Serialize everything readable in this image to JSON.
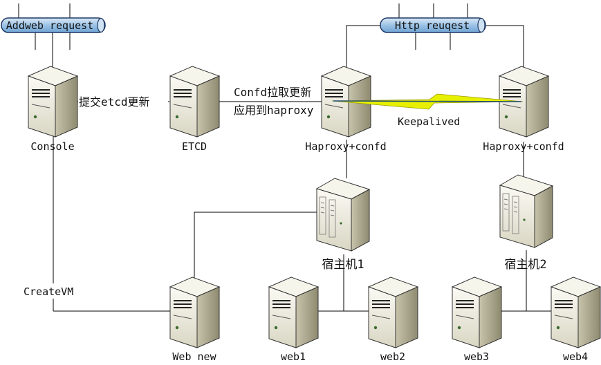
{
  "nodes": {
    "addweb_request": "Addweb request",
    "http_request": "Http reuqest",
    "console": "Console",
    "etcd": "ETCD",
    "haproxy_left": "Haproxy+confd",
    "haproxy_right": "Haproxy+confd",
    "host1": "宿主机1",
    "host2": "宿主机2",
    "web_new": "Web new",
    "web1": "web1",
    "web2": "web2",
    "web3": "web3",
    "web4": "web4"
  },
  "edges": {
    "submit": "提交etcd更新",
    "confd_line1": "Confd拉取更新",
    "confd_line2": "应用到haproxy",
    "keepalived": "Keepalived",
    "createvm": "CreateVM"
  },
  "colors": {
    "bus_fill": "#9dc3e6",
    "bus_stroke": "#1f3864",
    "lightning": "#e6f000",
    "keepalive_line": "#1f4e79"
  }
}
